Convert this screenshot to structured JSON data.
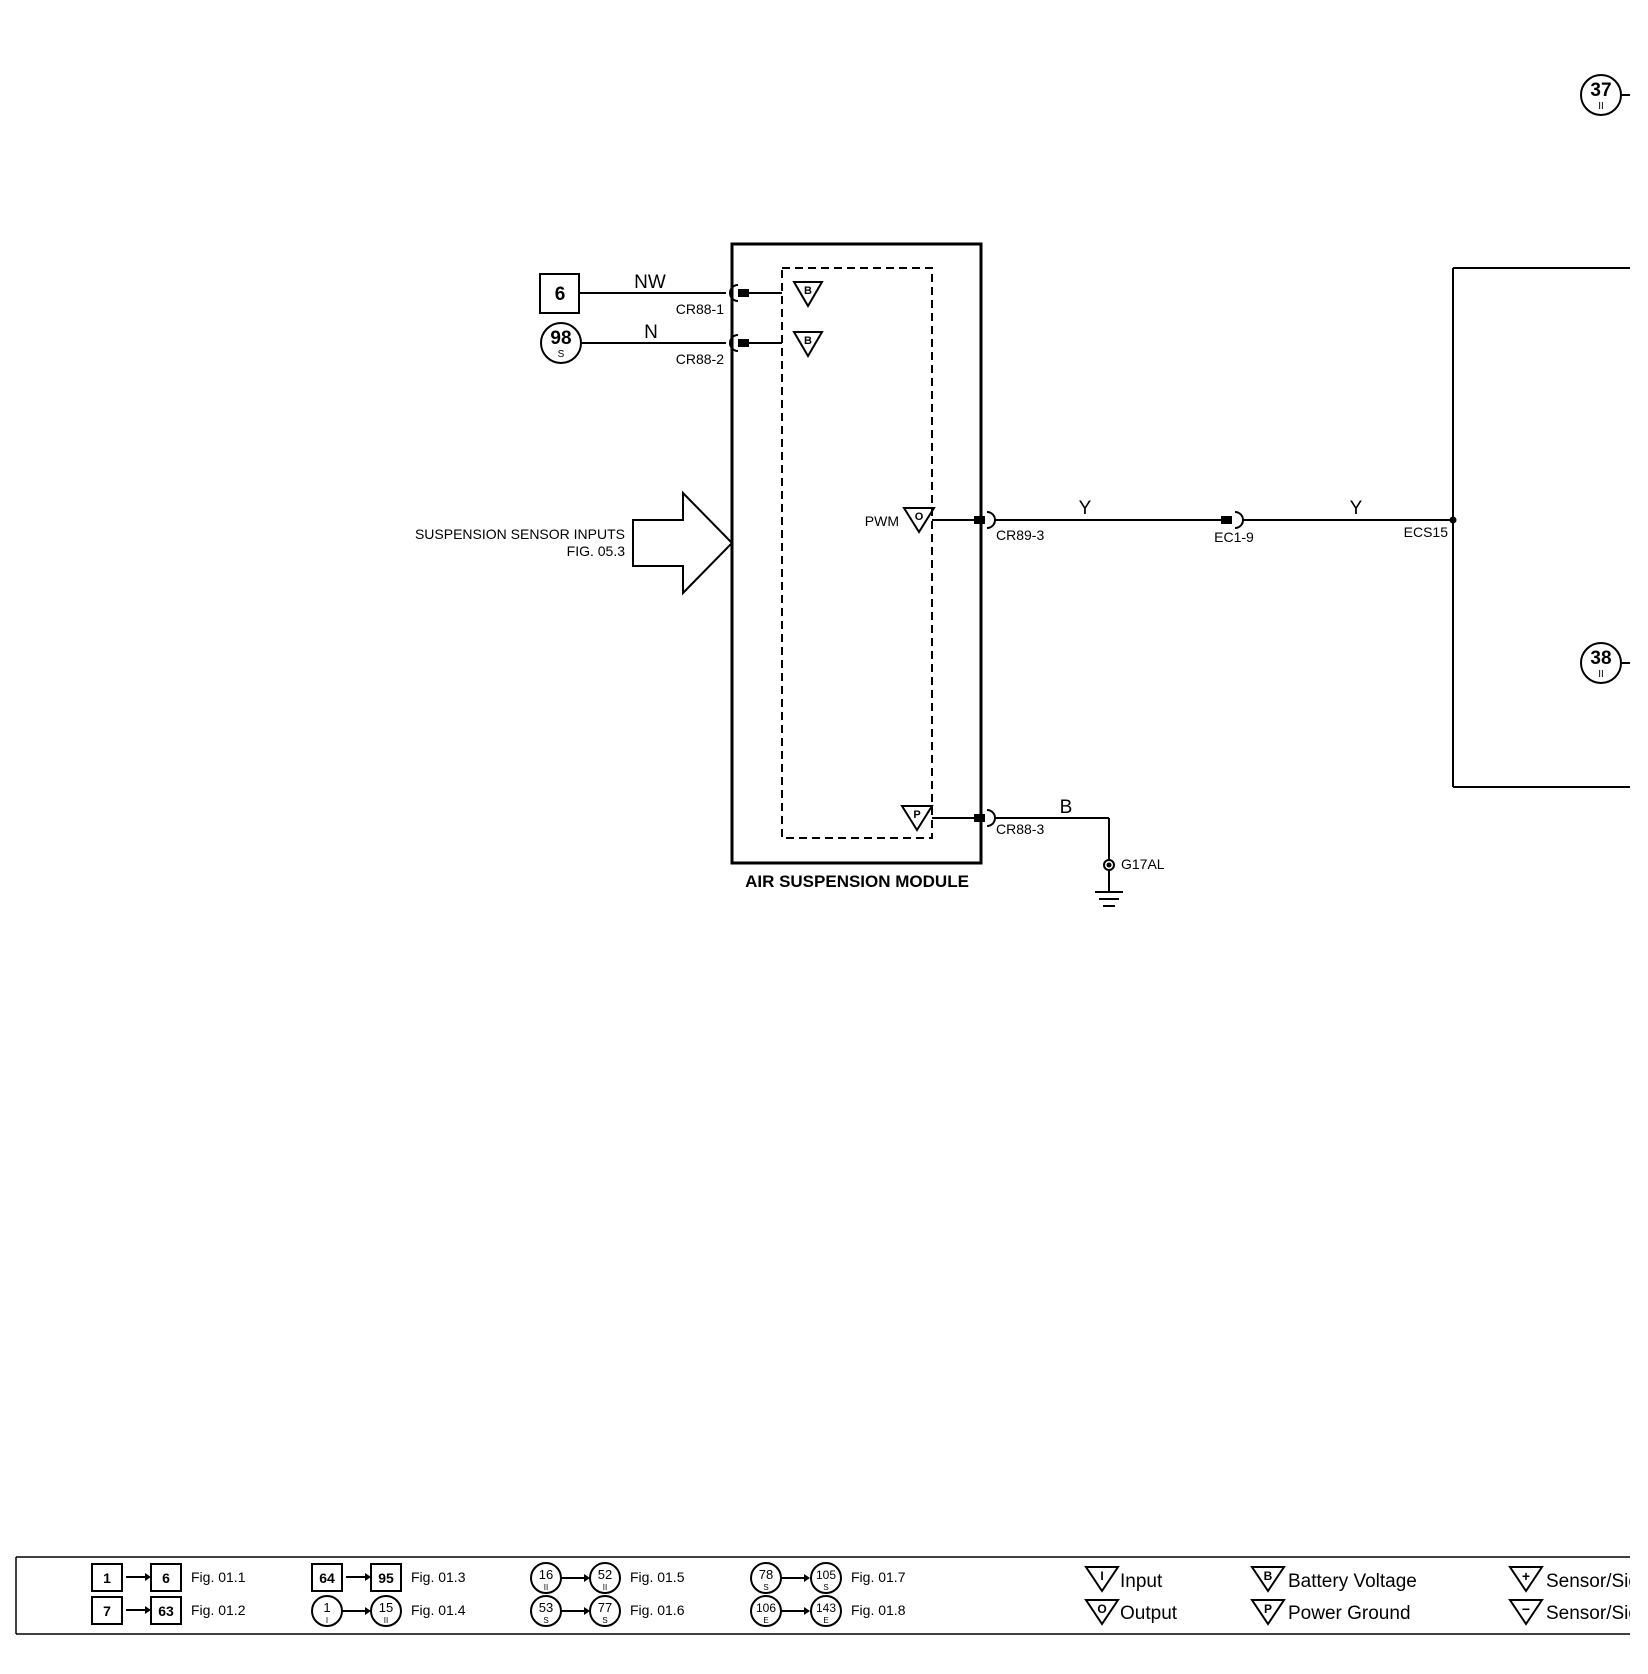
{
  "connectors_offpage": {
    "c37": {
      "num": "37",
      "sub": "II"
    },
    "c38": {
      "num": "38",
      "sub": "II"
    },
    "c98": {
      "num": "98",
      "sub": "S"
    },
    "box6": {
      "num": "6"
    }
  },
  "module": {
    "name": "AIR SUSPENSION MODULE",
    "pin_b1": "B",
    "pin_b2": "B",
    "pin_o": "O",
    "pin_p": "P",
    "pwm_label": "PWM"
  },
  "wires": {
    "nw": "NW",
    "n": "N",
    "y1": "Y",
    "y2": "Y",
    "b": "B"
  },
  "pins": {
    "cr88_1": "CR88-1",
    "cr88_2": "CR88-2",
    "cr89_3": "CR89-3",
    "cr88_3": "CR88-3",
    "ec1_9": "EC1-9",
    "ecs15": "ECS15",
    "ground": "G17AL"
  },
  "sensor_inputs": {
    "line1": "SUSPENSION SENSOR INPUTS",
    "line2": "FIG. 05.3"
  },
  "legend": {
    "refs": [
      {
        "from": "1",
        "to": "6",
        "fig": "Fig. 01.1"
      },
      {
        "from": "7",
        "to": "63",
        "fig": "Fig. 01.2"
      },
      {
        "from": "64",
        "to": "95",
        "fig": "Fig. 01.3"
      },
      {
        "from": "1",
        "from_sub": "I",
        "to": "15",
        "to_sub": "II",
        "fig": "Fig. 01.4"
      },
      {
        "from": "16",
        "from_sub": "II",
        "to": "52",
        "to_sub": "II",
        "fig": "Fig. 01.5"
      },
      {
        "from": "53",
        "from_sub": "S",
        "to": "77",
        "to_sub": "S",
        "fig": "Fig. 01.6"
      },
      {
        "from": "78",
        "from_sub": "S",
        "to": "105",
        "to_sub": "S",
        "fig": "Fig. 01.7"
      },
      {
        "from": "106",
        "from_sub": "E",
        "to": "143",
        "to_sub": "E",
        "fig": "Fig. 01.8"
      }
    ],
    "symbols": {
      "input_letter": "I",
      "input": "Input",
      "output_letter": "O",
      "output": "Output",
      "battery_letter": "B",
      "battery": "Battery Voltage",
      "ground_letter": "P",
      "ground": "Power Ground",
      "sensor_plus_letter": "+",
      "sensor_plus": "Sensor/Sig",
      "sensor_minus_letter": "−",
      "sensor_minus": "Sensor/Sig"
    }
  }
}
